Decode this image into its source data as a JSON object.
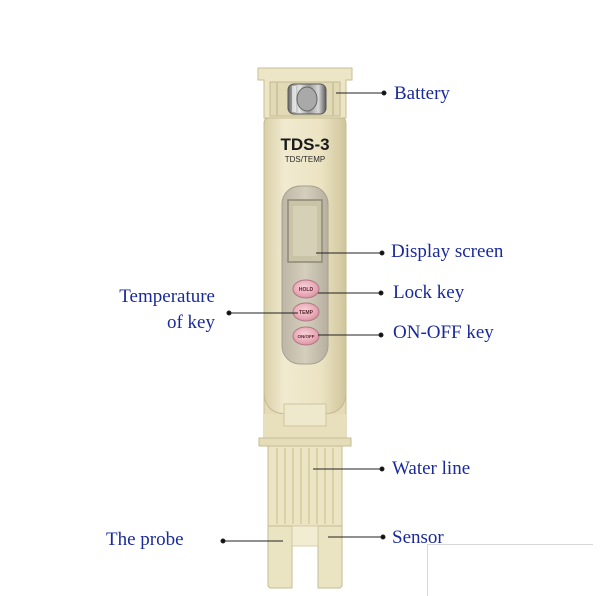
{
  "device": {
    "model": "TDS-3",
    "subtitle": "TDS/TEMP",
    "buttons": {
      "hold": "HOLD",
      "temp": "TEMP",
      "onoff": "ON/OFF"
    }
  },
  "labels": {
    "battery": "Battery",
    "display_screen": "Display screen",
    "lock_key": "Lock key",
    "on_off_key": "ON-OFF key",
    "temperature_key_line1": "Temperature",
    "temperature_key_line2": "of key",
    "water_line": "Water line",
    "the_probe": "The probe",
    "sensor": "Sensor"
  },
  "colors": {
    "body": "#ece5c4",
    "body_shadow": "#d6cda6",
    "label_text": "#1a2a9a",
    "lcd_screen": "#c8c3a6",
    "button_pink": "#eab0bc"
  }
}
